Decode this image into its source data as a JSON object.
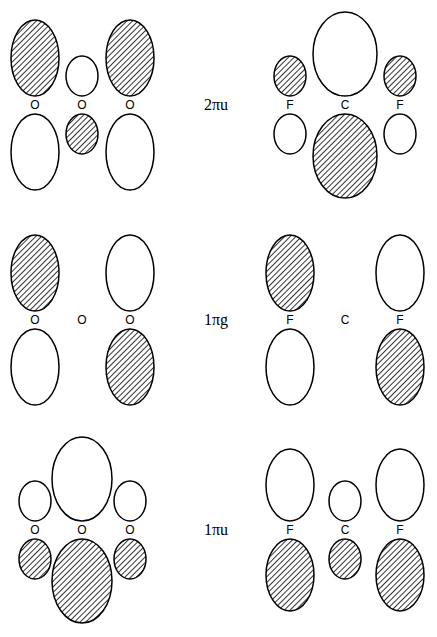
{
  "diagram": {
    "labels": [
      "O",
      "O",
      "O",
      "2πu",
      "F",
      "C",
      "F",
      "O",
      "O",
      "O",
      "1πg",
      "F",
      "C",
      "F",
      "O",
      "O",
      "O",
      "1πu",
      "F",
      "C",
      "F"
    ]
  }
}
